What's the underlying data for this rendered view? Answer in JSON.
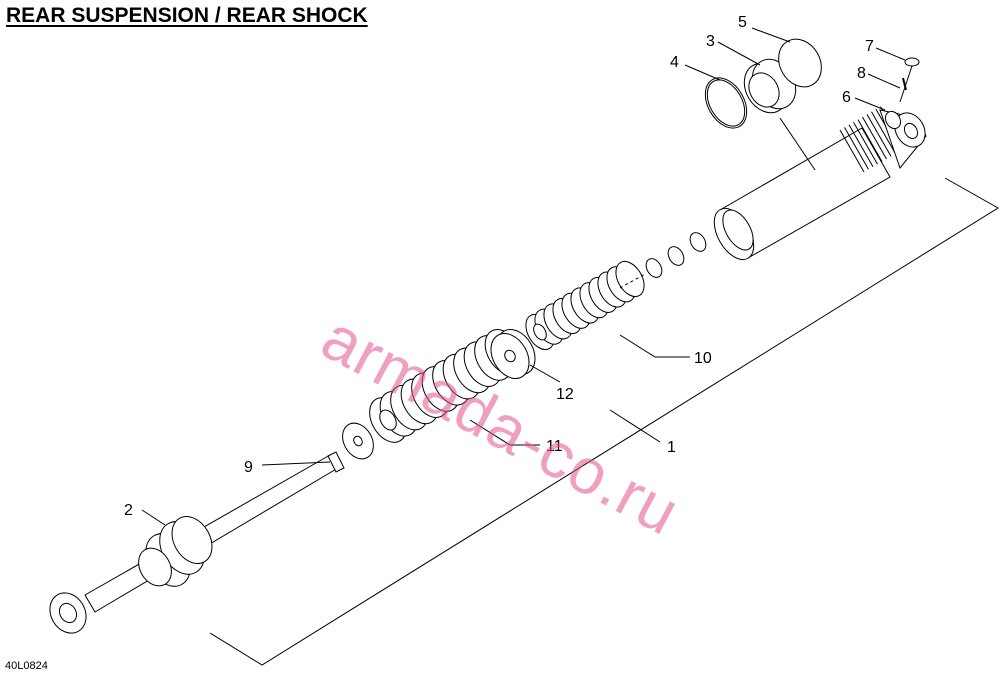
{
  "title": "REAR SUSPENSION / REAR SHOCK",
  "diagram_code": "40L0824",
  "watermark": "armada-co.ru",
  "callouts": [
    "1",
    "2",
    "3",
    "4",
    "5",
    "6",
    "7",
    "8",
    "9",
    "10",
    "11",
    "12"
  ]
}
